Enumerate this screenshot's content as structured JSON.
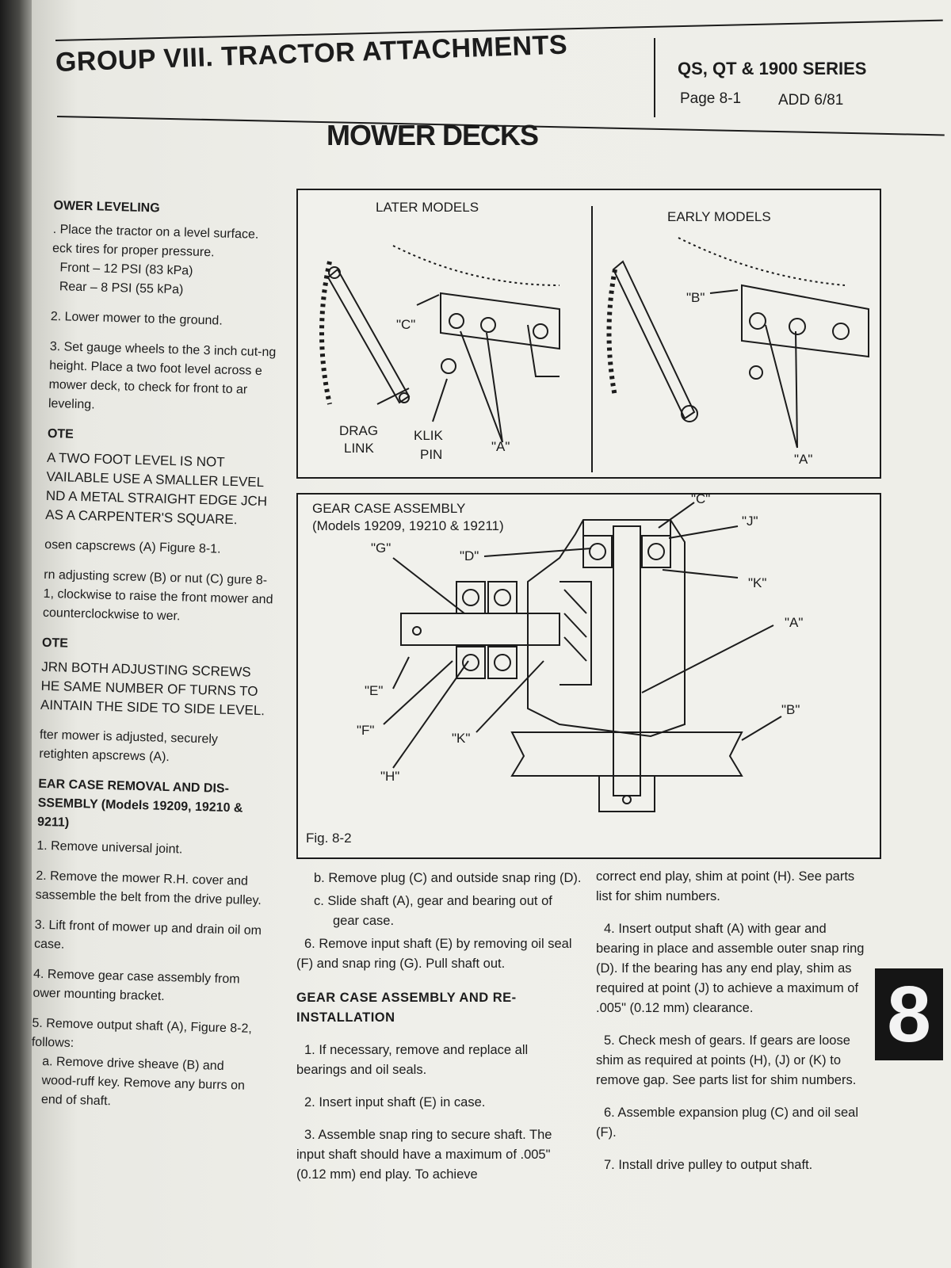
{
  "header": {
    "group_title": "GROUP VIII. TRACTOR ATTACHMENTS",
    "series": "QS, QT & 1900 SERIES",
    "page": "Page 8-1",
    "add": "ADD 6/81"
  },
  "title": "MOWER DECKS",
  "left_column": {
    "heading1": "OWER LEVELING",
    "step1a": ". Place the tractor on a level surface.",
    "step1b": "eck tires for proper pressure.",
    "step1c": "Front – 12 PSI (83 kPa)",
    "step1d": "Rear – 8 PSI (55 kPa)",
    "step2": "2. Lower mower to the ground.",
    "step3": "3. Set gauge wheels to the 3 inch cut-ng height. Place a two foot level across e mower deck, to check for front to ar leveling.",
    "note1_label": "OTE",
    "note1": "A TWO FOOT LEVEL IS NOT VAILABLE USE A SMALLER LEVEL ND A METAL STRAIGHT EDGE JCH AS A CARPENTER'S SQUARE.",
    "step4": "osen capscrews (A) Figure 8-1.",
    "step5": "rn adjusting screw (B) or nut (C) gure 8-1, clockwise to raise the front mower and counterclockwise to wer.",
    "note2_label": "OTE",
    "note2": "JRN BOTH ADJUSTING SCREWS HE SAME NUMBER OF TURNS TO AINTAIN THE SIDE TO SIDE LEVEL.",
    "step6": "fter mower is adjusted, securely retighten apscrews (A).",
    "heading2": "EAR CASE REMOVAL AND DIS-SSEMBLY (Models 19209, 19210 & 9211)",
    "r1": "1. Remove universal joint.",
    "r2": "2. Remove the mower R.H. cover and sassemble the belt from the drive pulley.",
    "r3": "3. Lift front of mower up and drain oil om case.",
    "r4": "4. Remove gear case assembly from ower mounting bracket.",
    "r5": "5. Remove output shaft (A), Figure 8-2, follows:",
    "r5a": "a. Remove drive sheave (B) and wood-ruff key. Remove any burrs on end of shaft."
  },
  "figure1": {
    "later": "LATER MODELS",
    "early": "EARLY MODELS",
    "c": "\"C\"",
    "b": "\"B\"",
    "a1": "\"A\"",
    "a2": "\"A\"",
    "drag": "DRAG",
    "link": "LINK",
    "klik": "KLIK",
    "pin": "PIN"
  },
  "figure2": {
    "title1": "GEAR CASE ASSEMBLY",
    "title2": "(Models 19209, 19210 & 19211)",
    "caption": "Fig. 8-2",
    "labels": {
      "a": "\"A\"",
      "b": "\"B\"",
      "c": "\"C\"",
      "d": "\"D\"",
      "e": "\"E\"",
      "f": "\"F\"",
      "g": "\"G\"",
      "h": "\"H\"",
      "j": "\"J\"",
      "k1": "\"K\"",
      "k2": "\"K\""
    }
  },
  "mid_column": {
    "b": "b. Remove plug (C) and outside snap ring (D).",
    "c": "c. Slide shaft (A), gear and bearing out of gear case.",
    "s6": "6. Remove input shaft (E) by removing oil seal (F) and snap ring (G). Pull shaft out.",
    "heading": "GEAR CASE ASSEMBLY AND RE-INSTALLATION",
    "i1": "1. If necessary, remove and replace all bearings and oil seals.",
    "i2": "2. Insert input shaft (E) in case.",
    "i3": "3. Assemble snap ring to secure shaft. The input shaft should have a maximum of .005\" (0.12 mm) end play. To achieve"
  },
  "right_column": {
    "cont": "correct end play, shim at point (H). See parts list for shim numbers.",
    "i4": "4. Insert output shaft (A) with gear and bearing in place and assemble outer snap ring (D). If the bearing has any end play, shim as required at point (J) to achieve a maximum of .005\" (0.12 mm) clearance.",
    "i5": "5. Check mesh of gears. If gears are loose shim as required at points (H), (J) or (K) to remove gap. See parts list for shim numbers.",
    "i6": "6. Assemble expansion plug (C) and oil seal (F).",
    "i7": "7. Install drive pulley to output shaft."
  },
  "tab": "8"
}
